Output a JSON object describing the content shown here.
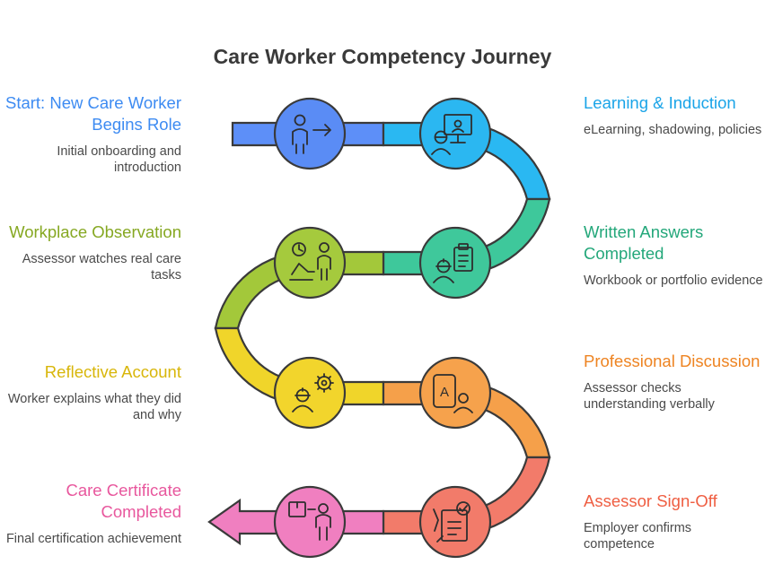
{
  "title": "Care Worker Competency Journey",
  "steps": [
    {
      "heading": "Start: New Care Worker Begins Role",
      "desc": "Initial onboarding and introduction",
      "color": "#3d8bf2",
      "icon": "person-arrow-icon"
    },
    {
      "heading": "Learning & Induction",
      "desc": "eLearning, shadowing, policies",
      "color": "#1aa4e8",
      "icon": "elearning-icon"
    },
    {
      "heading": "Written Answers Completed",
      "desc": "Workbook or portfolio evidence",
      "color": "#23a77a",
      "icon": "worker-clipboard-icon"
    },
    {
      "heading": "Workplace Observation",
      "desc": "Assessor watches real care tasks",
      "color": "#86a822",
      "icon": "observation-icon"
    },
    {
      "heading": "Reflective Account",
      "desc": "Worker explains what they did and why",
      "color": "#d8b60a",
      "icon": "worker-gear-icon"
    },
    {
      "heading": "Professional Discussion",
      "desc": "Assessor checks understanding verbally",
      "color": "#ee8422",
      "icon": "discussion-icon"
    },
    {
      "heading": "Assessor Sign-Off",
      "desc": "Employer confirms competence",
      "color": "#ef5e42",
      "icon": "signoff-icon"
    },
    {
      "heading": "Care Certificate Completed",
      "desc": "Final certification achievement",
      "color": "#e8579d",
      "icon": "certificate-icon"
    }
  ]
}
